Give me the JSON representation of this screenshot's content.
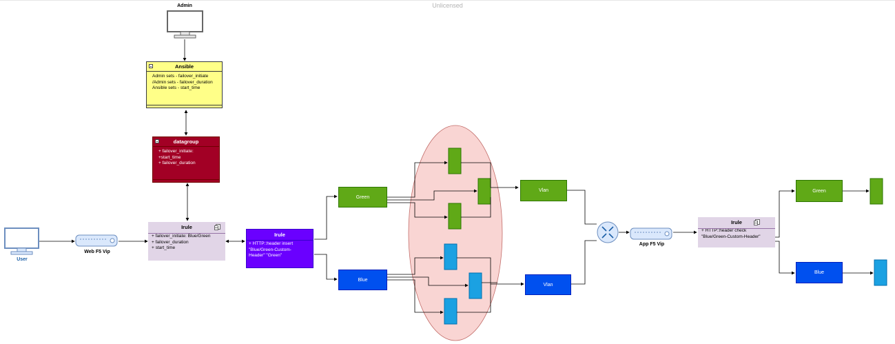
{
  "watermark": "Unlicensed",
  "admin": {
    "label": "Admin"
  },
  "user": {
    "label": "User"
  },
  "web_vip": {
    "label": "Web F5 Vip"
  },
  "app_vip": {
    "label": "App F5 Vip"
  },
  "ansible": {
    "title": "Ansible",
    "lines": "Admin sets - failover_initiate\n/Admin sets - failover_duration\nAnsible sets - start_time"
  },
  "datagroup": {
    "title": "datagroup",
    "lines": "+ failover_initiate:\n+start_time\n+ failover_duration"
  },
  "irule_web": {
    "title": "Irule",
    "lines": "+ failover_initiate: Blue/Green\n+ failover_duration\n+ start_time"
  },
  "irule_purple": {
    "title": "Irule",
    "lines": "+ HTTP::header insert\n\"Blue/Green-Custom-\nHeader\" \"Green\""
  },
  "irule_app": {
    "title": "Irule",
    "lines": "+ HTTP::header check\n\"Blue/Green-Custom-Header\""
  },
  "pools": {
    "green1": "Green",
    "blue1": "Blue",
    "vlan_green": "Vlan",
    "vlan_blue": "Vlan",
    "green2": "Green",
    "blue2": "Blue"
  },
  "colors": {
    "yellow": "#ffff88",
    "crimson": "#a20025",
    "purple": "#6a00ff",
    "lavender": "#e1d5e7",
    "green": "#60a917",
    "blue": "#0050ef",
    "server_green": "#60a917",
    "server_blue": "#1ba1e2",
    "ellipse": "#f8cecc"
  }
}
